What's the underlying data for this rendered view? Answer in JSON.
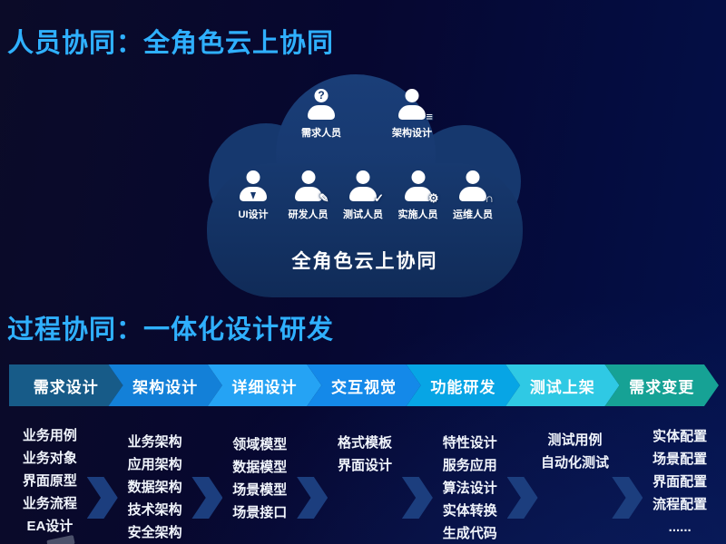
{
  "colors": {
    "background_dark": "#060730",
    "background_glow": "#10286E",
    "title_accent": "#2FB0FF",
    "cloud_fill": "#16386E",
    "stream_arrow": "#1C3E7E",
    "text_light": "#F0F4FB"
  },
  "people": {
    "title": "人员协同：全角色云上协同",
    "cloud_label": "全角色云上协同",
    "roles_top": [
      {
        "label": "需求人员",
        "icon": "requirements-person-icon",
        "badge": "?"
      },
      {
        "label": "架构设计",
        "icon": "architecture-layers-person-icon",
        "badge": "≡"
      }
    ],
    "roles_bottom": [
      {
        "label": "UI设计",
        "icon": "ui-designer-person-icon",
        "badge": ""
      },
      {
        "label": "研发人员",
        "icon": "developer-pencil-person-icon",
        "badge": "✎"
      },
      {
        "label": "测试人员",
        "icon": "tester-check-person-icon",
        "badge": "✓"
      },
      {
        "label": "实施人员",
        "icon": "implementation-gear-person-icon",
        "badge": "⚙"
      },
      {
        "label": "运维人员",
        "icon": "operations-headset-person-icon",
        "badge": "∩"
      }
    ]
  },
  "process": {
    "title": "过程协同：一体化设计研发",
    "phases": [
      {
        "label": "需求设计",
        "color": "#175B88"
      },
      {
        "label": "架构设计",
        "color": "#1380D8"
      },
      {
        "label": "详细设计",
        "color": "#25A3F4"
      },
      {
        "label": "交互视觉",
        "color": "#1489E9"
      },
      {
        "label": "功能研发",
        "color": "#07A5E5"
      },
      {
        "label": "测试上架",
        "color": "#2FC9E4"
      },
      {
        "label": "需求变更",
        "color": "#16A295"
      }
    ],
    "streams": [
      {
        "items": [
          "业务用例",
          "业务对象",
          "界面原型",
          "业务流程",
          "EA设计"
        ]
      },
      {
        "items": [
          "业务架构",
          "应用架构",
          "数据架构",
          "技术架构",
          "安全架构"
        ]
      },
      {
        "items": [
          "领域模型",
          "数据模型",
          "场景模型",
          "场景接口"
        ]
      },
      {
        "items": [
          "格式模板",
          "界面设计"
        ]
      },
      {
        "items": [
          "特性设计",
          "服务应用",
          "算法设计",
          "实体转换",
          "生成代码"
        ]
      },
      {
        "items": [
          "测试用例",
          "自动化测试"
        ]
      },
      {
        "items": [
          "实体配置",
          "场景配置",
          "界面配置",
          "流程配置",
          "......"
        ]
      }
    ]
  }
}
